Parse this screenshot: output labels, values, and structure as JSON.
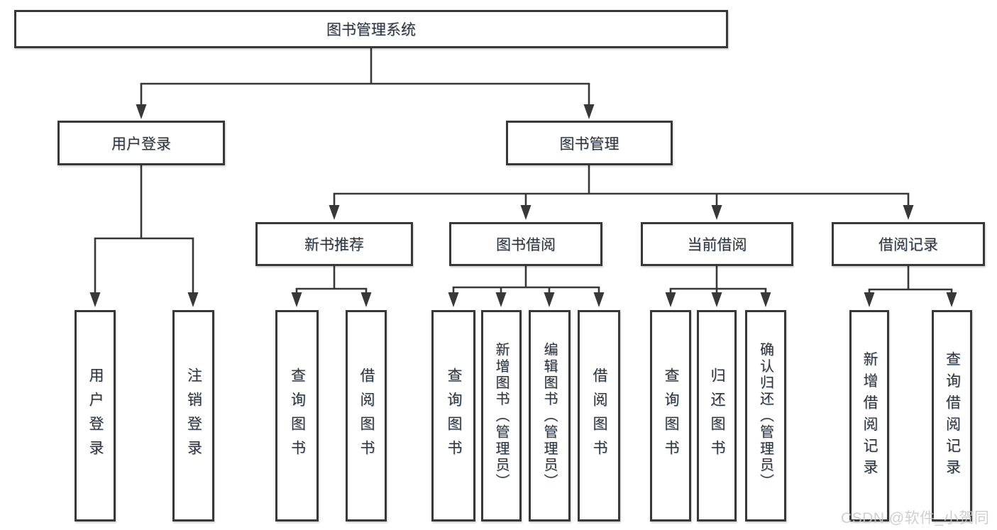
{
  "tree": {
    "root": {
      "label": "图书管理系统"
    },
    "level2": [
      {
        "label": "用户登录"
      },
      {
        "label": "图书管理"
      }
    ],
    "level3": [
      {
        "label": "新书推荐"
      },
      {
        "label": "图书借阅"
      },
      {
        "label": "当前借阅"
      },
      {
        "label": "借阅记录"
      }
    ],
    "leaves": {
      "user": [
        "用户登录",
        "注销登录"
      ],
      "recommend": [
        "查询图书",
        "借阅图书"
      ],
      "borrow": [
        "查询图书",
        "新增图书（管理员）",
        "编辑图书（管理员）",
        "借阅图书"
      ],
      "current": [
        "查询图书",
        "归还图书",
        "确认归还（管理员）"
      ],
      "records": [
        "新增借阅记录",
        "查询借阅记录"
      ]
    }
  },
  "watermark": {
    "text": "CSDN @软件_小贺同学"
  },
  "colors": {
    "line": "#383838",
    "text": "#333333",
    "background": "#ffffff",
    "watermark": "#c9c9c9"
  }
}
